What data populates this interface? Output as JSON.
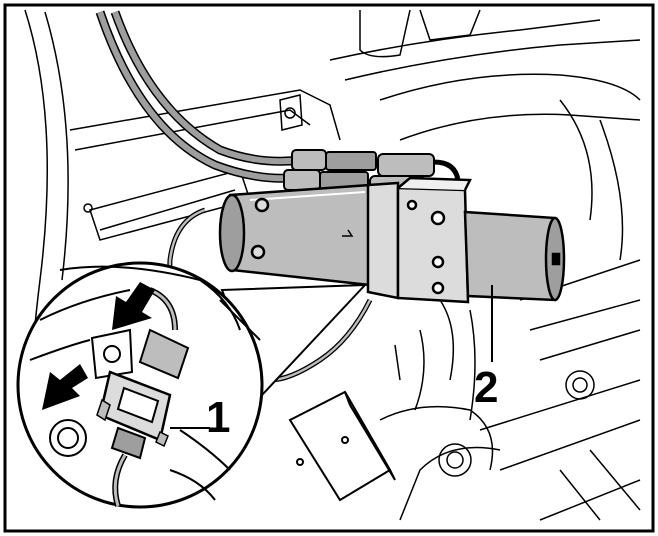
{
  "callouts": [
    {
      "id": 1,
      "label": "1"
    },
    {
      "id": 2,
      "label": "2"
    }
  ],
  "colors": {
    "outline": "#000000",
    "part_gray": "#bdbdbd",
    "part_light": "#dcdcdc",
    "background": "#ffffff"
  }
}
